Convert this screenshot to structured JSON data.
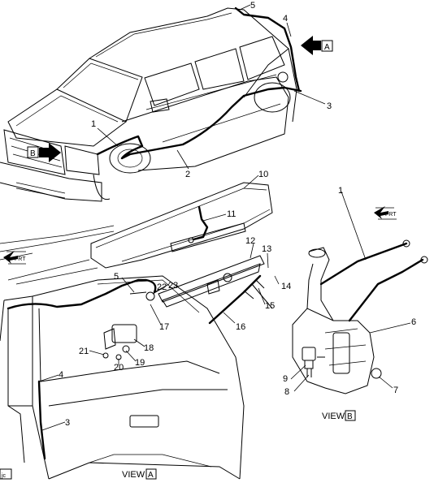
{
  "callouts": {
    "c1a": "1",
    "c2": "2",
    "c3a": "3",
    "c4a": "4",
    "c5a": "5",
    "c10": "10",
    "c11": "11",
    "c12": "12",
    "c13": "13",
    "c14": "14",
    "c15": "15",
    "c16": "16",
    "c17": "17",
    "c18": "18",
    "c19": "19",
    "c20": "20",
    "c21": "21",
    "c22": "22",
    "c23": "23",
    "c3b": "3",
    "c4b": "4",
    "c5b": "5",
    "c1b": "1",
    "c6": "6",
    "c7": "7",
    "c8": "8",
    "c9": "9"
  },
  "view_tags": {
    "view_a_top": "A",
    "view_b_top": "B"
  },
  "labels": {
    "view_a_caption": "VIEW",
    "view_a_letter": "A",
    "view_b_caption": "VIEW",
    "view_b_letter": "B",
    "frt_upper": "FRT",
    "frt_lower": "FRT",
    "corner_code": "jc"
  }
}
